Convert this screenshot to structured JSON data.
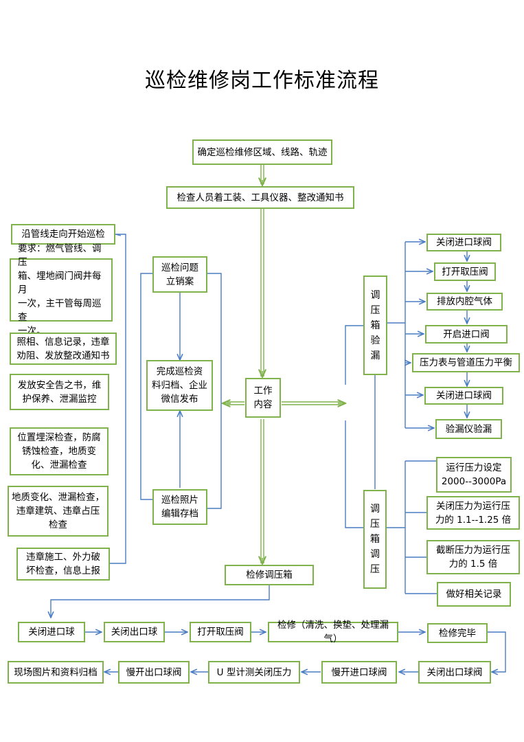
{
  "title": "巡检维修岗工作标准流程",
  "colors": {
    "box_border": "#7fb24a",
    "blue_line": "#4a7cc4",
    "green_line": "#7fb24a"
  },
  "top": {
    "define_area": "确定巡检维修区域、线路、轨迹",
    "check_staff": "检查人员着工装、工具仪器、整改通知书"
  },
  "center": {
    "work_content": "工作\n内容",
    "repair_box": "检修调压箱"
  },
  "left_column": [
    "沿管线走向开始巡检",
    "要求：燃气管线、调压\n箱、埋地阀门阀井每月\n一次，主干管每周巡查\n一次。",
    "照相、信息记录，违章\n劝阻、发放整改通知书",
    "发放安全告之书，维\n护保养、泄漏监控",
    "位置埋深检查，防腐\n锈蚀检查，地质变\n化、泄漏检查",
    "地质变化、泄漏检查，\n违章建筑、违章占压\n检查",
    "违章施工、外力破\n坏检查，信息上报"
  ],
  "mid_column": {
    "issue": "巡检问题\n立销案",
    "archive": "完成巡检资\n料归档、企业\n微信发布",
    "photo": "巡检照片\n编辑存档"
  },
  "leak_test": {
    "label": "调\n压\n箱\n验\n漏",
    "steps": [
      "关闭进口球阀",
      "打开取压阀",
      "排放内腔气体",
      "开启进口阀",
      "压力表与管道压力平衡",
      "关闭进口球阀",
      "验漏仪验漏"
    ]
  },
  "pressure_adjust": {
    "label": "调\n压\n箱\n调\n压",
    "steps": [
      "运行压力设定\n2000--3000Pa",
      "关闭压力为运行压\n力的 1.1--1.25 倍",
      "截断压力为运行压\n力的 1.5 倍",
      "做好相关记录"
    ]
  },
  "repair_flow": {
    "row1": [
      "关闭进口球",
      "关闭出口球",
      "打开取压阀",
      "检修（清洗、换垫、处理漏气）",
      "检修完毕"
    ],
    "row2": [
      "关闭出口球阀",
      "慢开进口球阀",
      "U 型计测关闭压力",
      "慢开出口球阀",
      "现场图片和资料归档"
    ]
  }
}
